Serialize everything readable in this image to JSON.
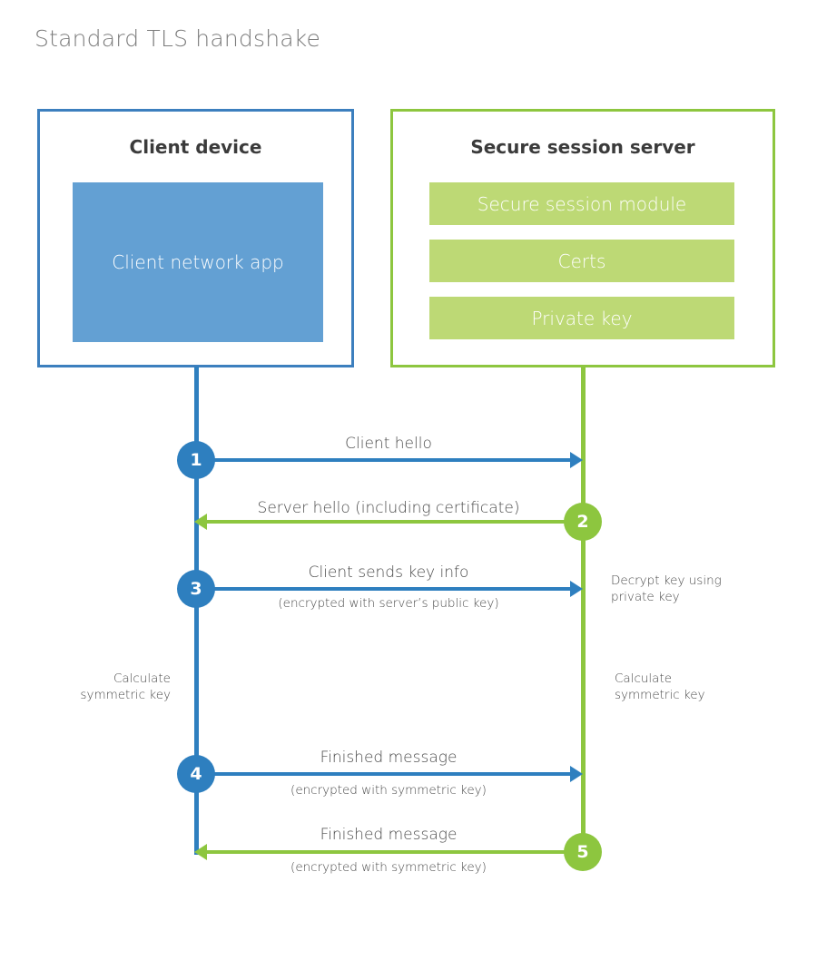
{
  "title": "Standard TLS handshake",
  "colors": {
    "client_blue": "#2E7FBF",
    "client_box_border": "#3C7FBE",
    "client_app_fill": "#63A0D3",
    "server_green": "#8DC63F",
    "server_item_fill": "#BDD975",
    "title_gray": "#7b7b7b",
    "text_gray": "#4a4a4a"
  },
  "client": {
    "title": "Client device",
    "app_label": "Client network app"
  },
  "server": {
    "title": "Secure session server",
    "items": [
      {
        "label": "Secure session module"
      },
      {
        "label": "Certs"
      },
      {
        "label": "Private key"
      }
    ]
  },
  "steps": [
    {
      "number": "1",
      "label": "Client hello",
      "sublabel": "",
      "direction": "client-to-server",
      "color": "#2E7FBF"
    },
    {
      "number": "2",
      "label": "Server hello (including certificate)",
      "sublabel": "",
      "direction": "server-to-client",
      "color": "#8DC63F"
    },
    {
      "number": "3",
      "label": "Client sends key info",
      "sublabel": "(encrypted with server’s public key)",
      "direction": "client-to-server",
      "color": "#2E7FBF"
    },
    {
      "number": "4",
      "label": "Finished message",
      "sublabel": "(encrypted with symmetric key)",
      "direction": "client-to-server",
      "color": "#2E7FBF"
    },
    {
      "number": "5",
      "label": "Finished message",
      "sublabel": "(encrypted with symmetric key)",
      "direction": "server-to-client",
      "color": "#8DC63F"
    }
  ],
  "notes": {
    "server_decrypt": "Decrypt key using\nprivate key",
    "client_calculate": "Calculate\nsymmetric key",
    "server_calculate": "Calculate\nsymmetric key"
  }
}
